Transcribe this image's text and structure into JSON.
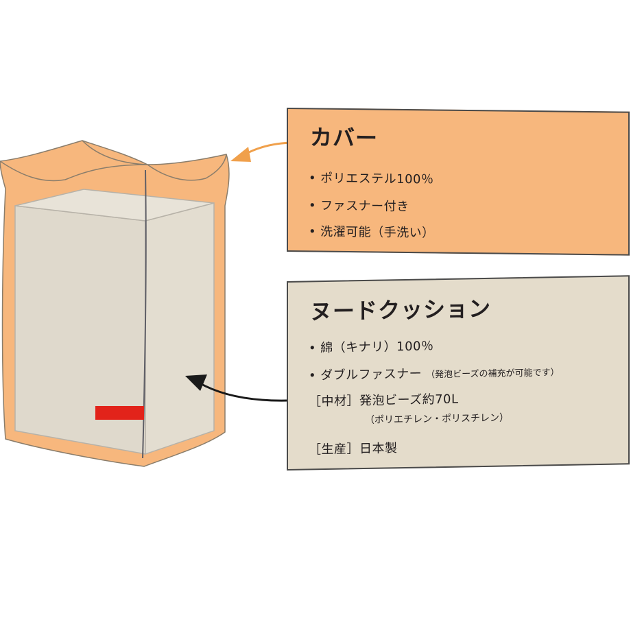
{
  "cover": {
    "title": "カバー",
    "bullet_symbol": "•",
    "items": [
      "ポリエステル100％",
      "ファスナー付き",
      "洗濯可能（手洗い）"
    ]
  },
  "cushion": {
    "title": "ヌードクッション",
    "bullet_symbol": "•",
    "items": [
      {
        "text": "綿（キナリ）100％",
        "note": ""
      },
      {
        "text": "ダブルファスナー",
        "note": "（発泡ビーズの補充が可能です）"
      }
    ],
    "filling_label": "［中材］",
    "filling_value": "発泡ビーズ約70L",
    "filling_note": "（ポリエチレン・ポリスチレン）",
    "origin_label": "［生産］",
    "origin_value": "日本製"
  },
  "colors": {
    "cover_fill": "#f7b77d",
    "cushion_fill": "#e4dccb",
    "orange_arrow": "#f0a04b",
    "black_arrow": "#1a1a1a",
    "tag_red": "#e2231a"
  },
  "icons": {
    "cover_arrow": "orange-curved-arrow-icon",
    "cushion_arrow": "black-curved-arrow-icon"
  }
}
